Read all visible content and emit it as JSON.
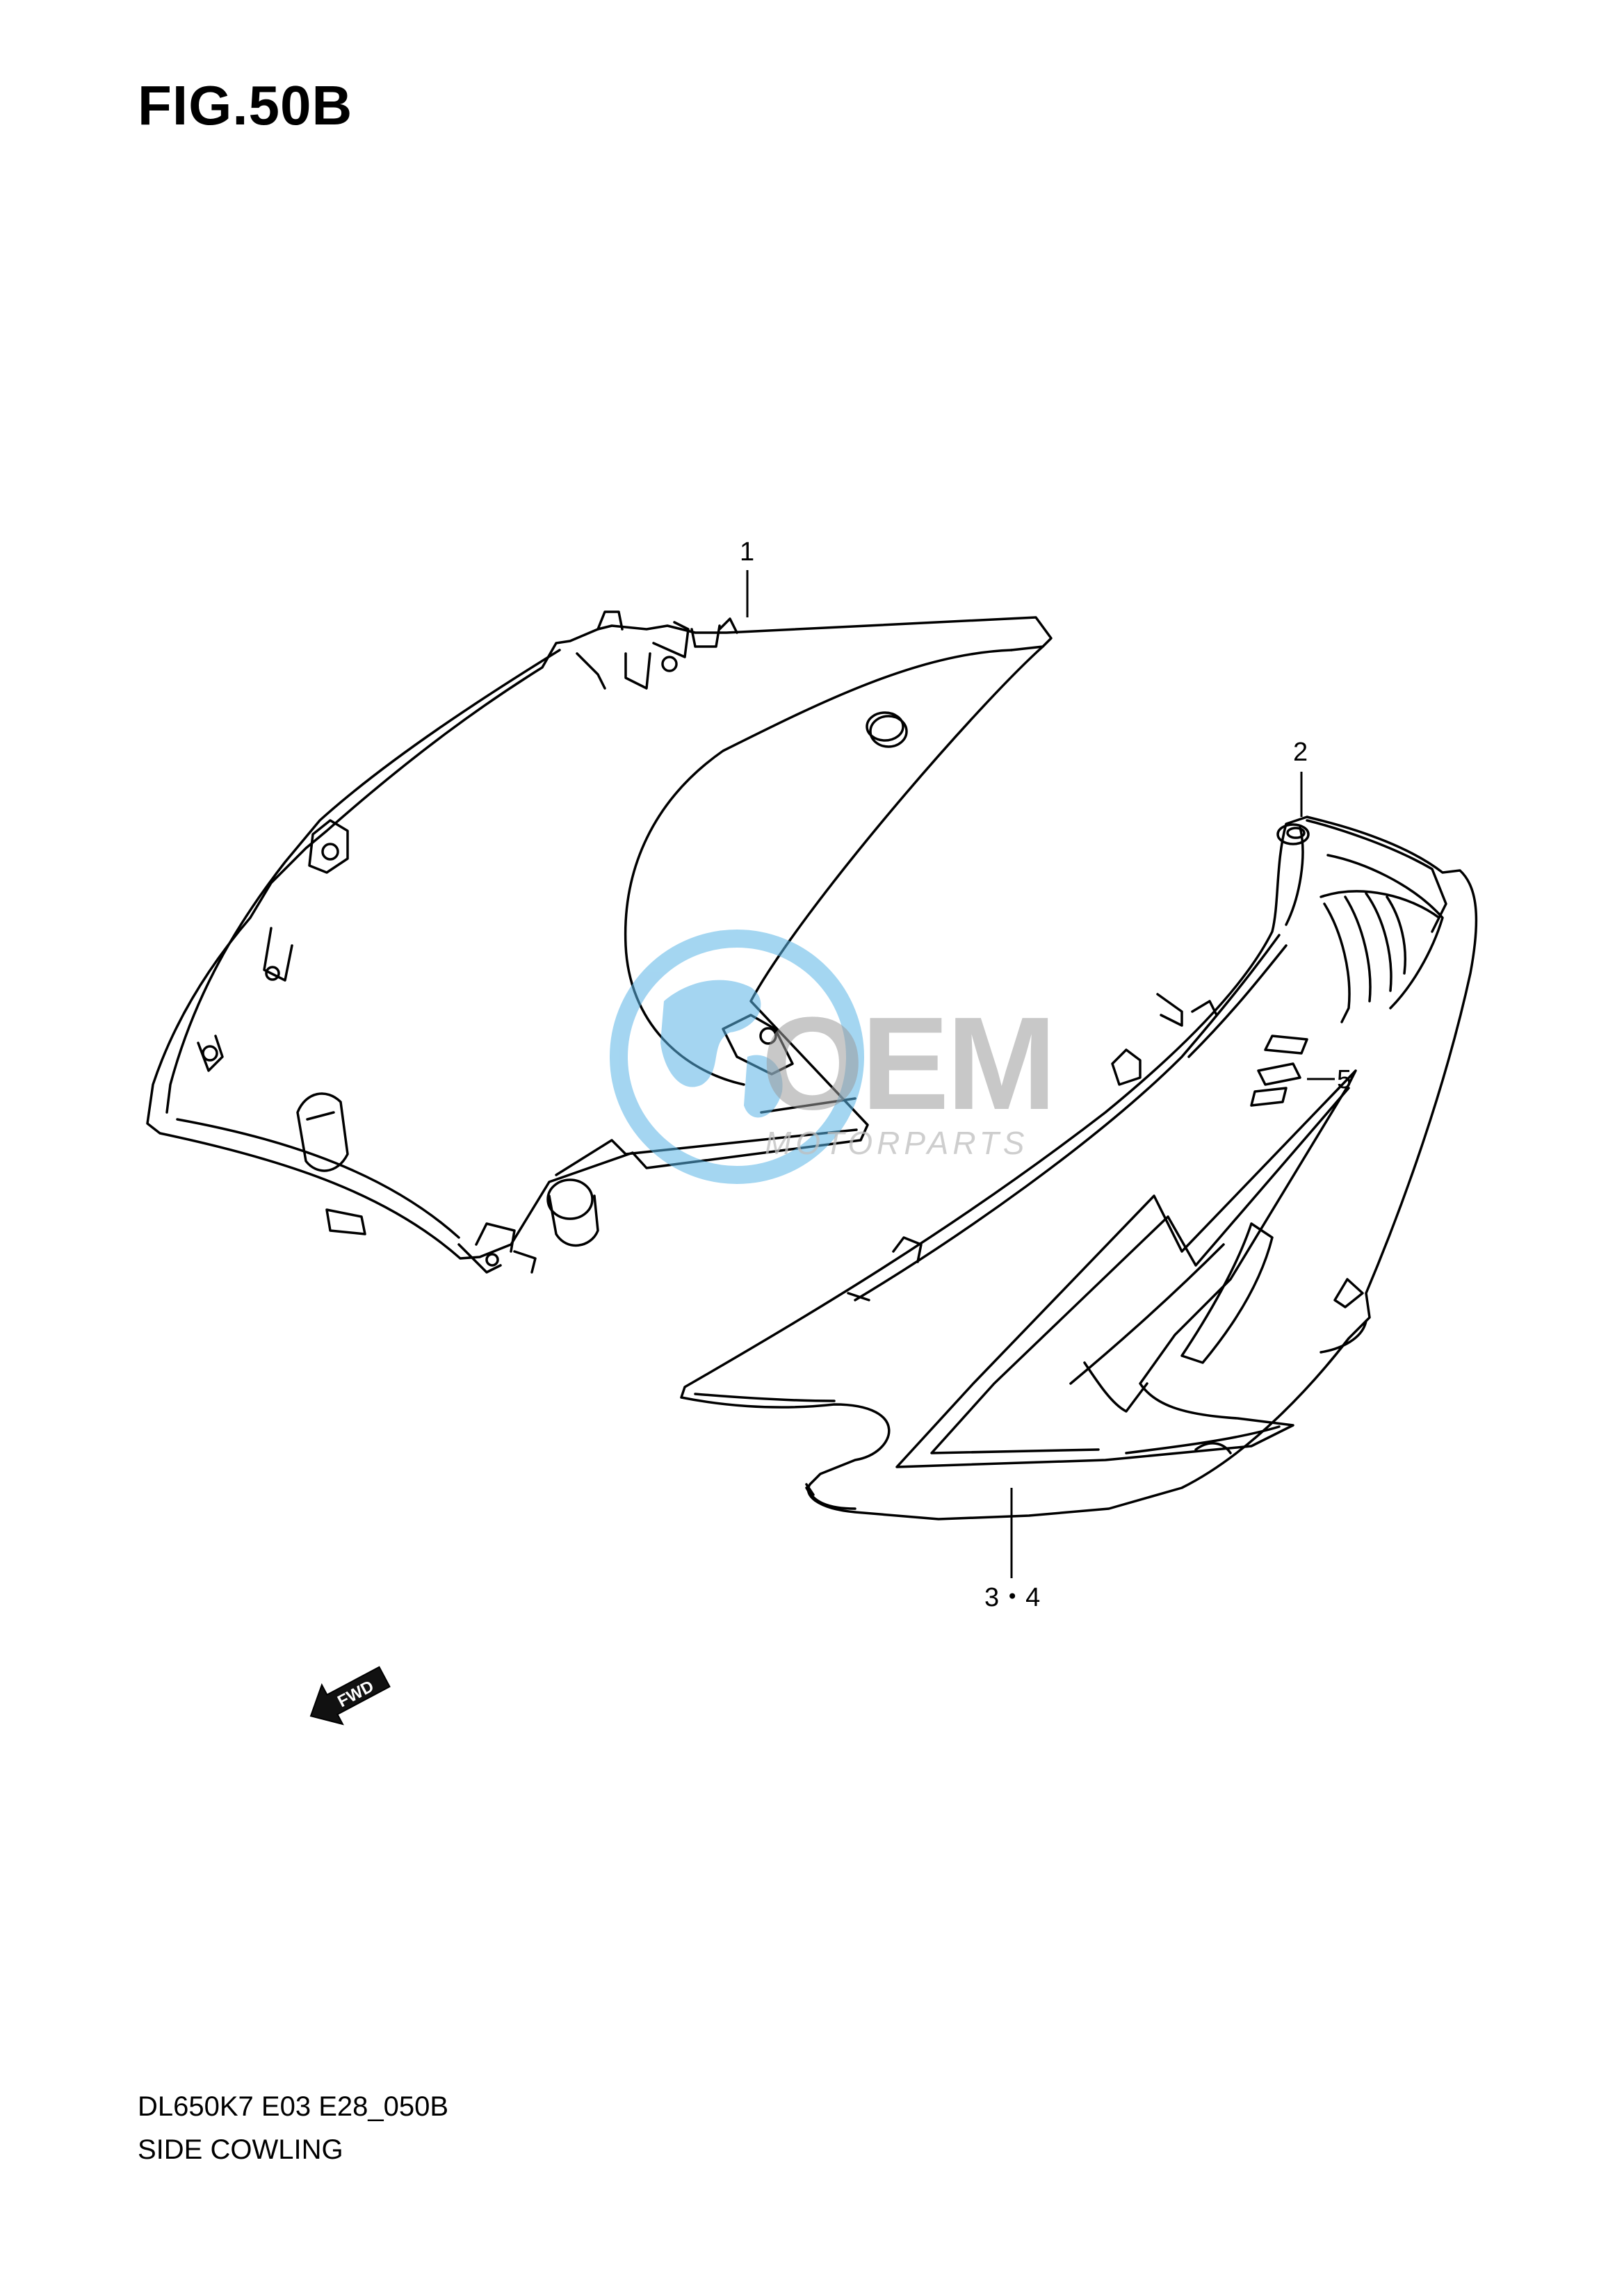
{
  "figure": {
    "title": "FIG.50B",
    "code": "DL650K7 E03 E28_050B",
    "name": "SIDE COWLING"
  },
  "callouts": {
    "part_1": "1",
    "part_2": "2",
    "part_3_4": "3・4",
    "part_5": "5"
  },
  "fwd_arrow": {
    "label": "FWD"
  },
  "watermark": {
    "brand": "OEM",
    "sub": "MOTORPARTS",
    "colors": {
      "globe": "#5ab4e6",
      "letters": "#9a9a9a"
    }
  }
}
